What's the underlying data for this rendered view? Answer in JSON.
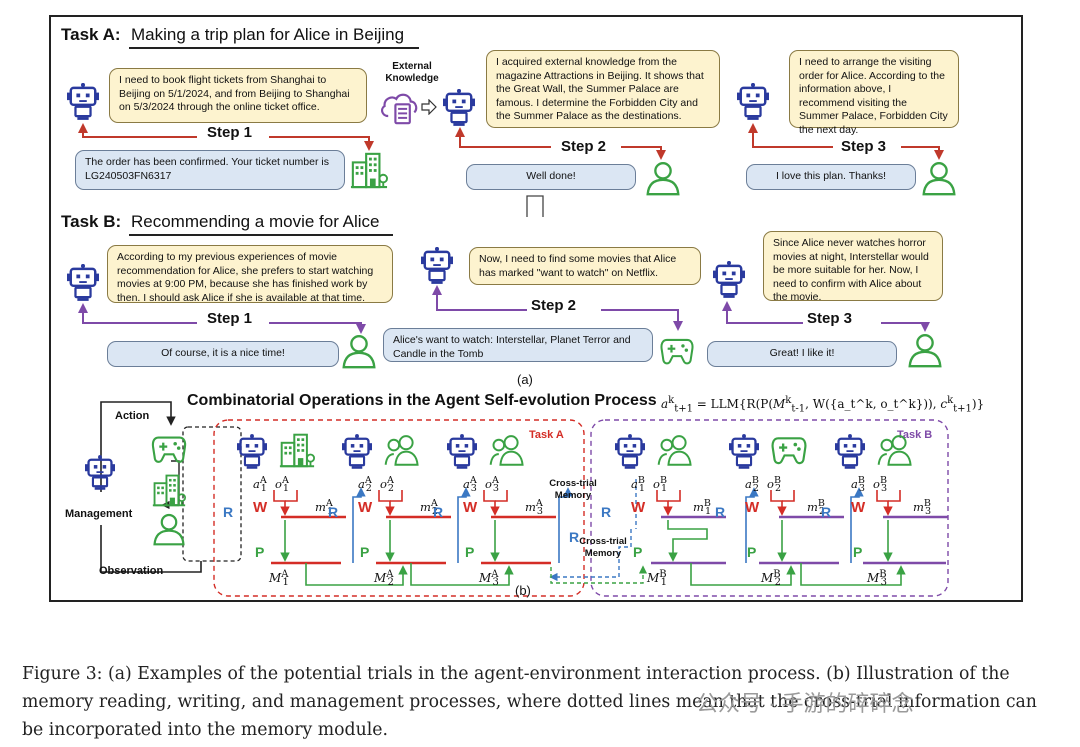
{
  "task_a": {
    "label": "Task A:",
    "title": "Making a trip plan for Alice in Beijing",
    "step1": {
      "agent_text": "I need to book flight tickets from Shanghai to Beijing on 5/1/2024, and from Beijing to Shanghai on 5/3/2024 through the online ticket office.",
      "env_text": "The order has been confirmed. Your ticket number is LG240503FN6317",
      "label": "Step 1"
    },
    "step2": {
      "source": "External Knowledge",
      "agent_text": "I acquired external knowledge from the magazine Attractions in Beijing. It shows that the Great Wall, the Summer Palace are famous. I determine the Forbidden City and the Summer Palace as the destinations.",
      "env_text": "Well done!",
      "label": "Step 2"
    },
    "step3": {
      "agent_text": "I need to arrange the visiting order for Alice. According to the information above, I recommend visiting the Summer Palace, Forbidden City the next day.",
      "env_text": "I love this plan. Thanks!",
      "label": "Step 3"
    }
  },
  "task_b": {
    "label": "Task B:",
    "title": "Recommending a movie for Alice",
    "step1": {
      "agent_text": "According to my previous experiences of movie recommendation for Alice, she prefers to start watching movies at 9:00 PM, because she has finished work by then. I should ask Alice if she is available at that time.",
      "env_text": "Of course, it is a nice time!",
      "label": "Step 1"
    },
    "step2": {
      "agent_text": "Now, I need to find some movies that Alice has marked \"want to watch\" on Netflix.",
      "env_text": "Alice's want to watch: Interstellar, Planet Terror and Candle in the Tomb",
      "label": "Step 2"
    },
    "step3": {
      "agent_text": "Since Alice never watches horror movies at night, Interstellar would be more suitable for her. Now, I need to confirm with Alice about the movie.",
      "env_text": "Great! I like it!",
      "label": "Step 3"
    }
  },
  "panel_a_label": "(a)",
  "panel_b": {
    "title": "Combinatorial Operations in the Agent Self-evolution Process",
    "formula": "a_{t+1}^k = LLM{R(P(M_{t-1}^k, W({a_t^k, o_t^k})), c_{t+1}^k)}",
    "label": "(b)",
    "cycle": {
      "action": "Action",
      "management": "Management",
      "observation": "Observation"
    },
    "task_a": "Task A",
    "task_b": "Task B",
    "cross_trial_top": "Cross-trial Memory",
    "cross_trial_bottom": "Cross-trial Memory",
    "op_w": "W",
    "op_p": "P",
    "op_r": "R",
    "a_items": [
      {
        "a": "a",
        "o": "o",
        "t": "1",
        "k": "A",
        "m": "m",
        "M": "M"
      },
      {
        "a": "a",
        "o": "o",
        "t": "2",
        "k": "A",
        "m": "m",
        "M": "M"
      },
      {
        "a": "a",
        "o": "o",
        "t": "3",
        "k": "A",
        "m": "m",
        "M": "M"
      }
    ],
    "b_items": [
      {
        "a": "a",
        "o": "o",
        "t": "1",
        "k": "B",
        "m": "m",
        "M": "M"
      },
      {
        "a": "a",
        "o": "o",
        "t": "2",
        "k": "B",
        "m": "m",
        "M": "M"
      },
      {
        "a": "a",
        "o": "o",
        "t": "3",
        "k": "B",
        "m": "m",
        "M": "M"
      }
    ]
  },
  "colors": {
    "step_a": "#c0392b",
    "step_b": "#7e4aa8",
    "robot": "#2a3a9e",
    "green": "#3aa244",
    "write": "#d42d26",
    "read": "#3b78c3"
  },
  "caption": "Figure 3: (a) Examples of the potential trials in the agent-environment interaction process. (b) Illustration of the memory reading, writing, and management processes, where dotted lines mean that the cross-trial information can be incorporated into the memory module.",
  "watermark": "公众号 · 手游的碎碎念"
}
